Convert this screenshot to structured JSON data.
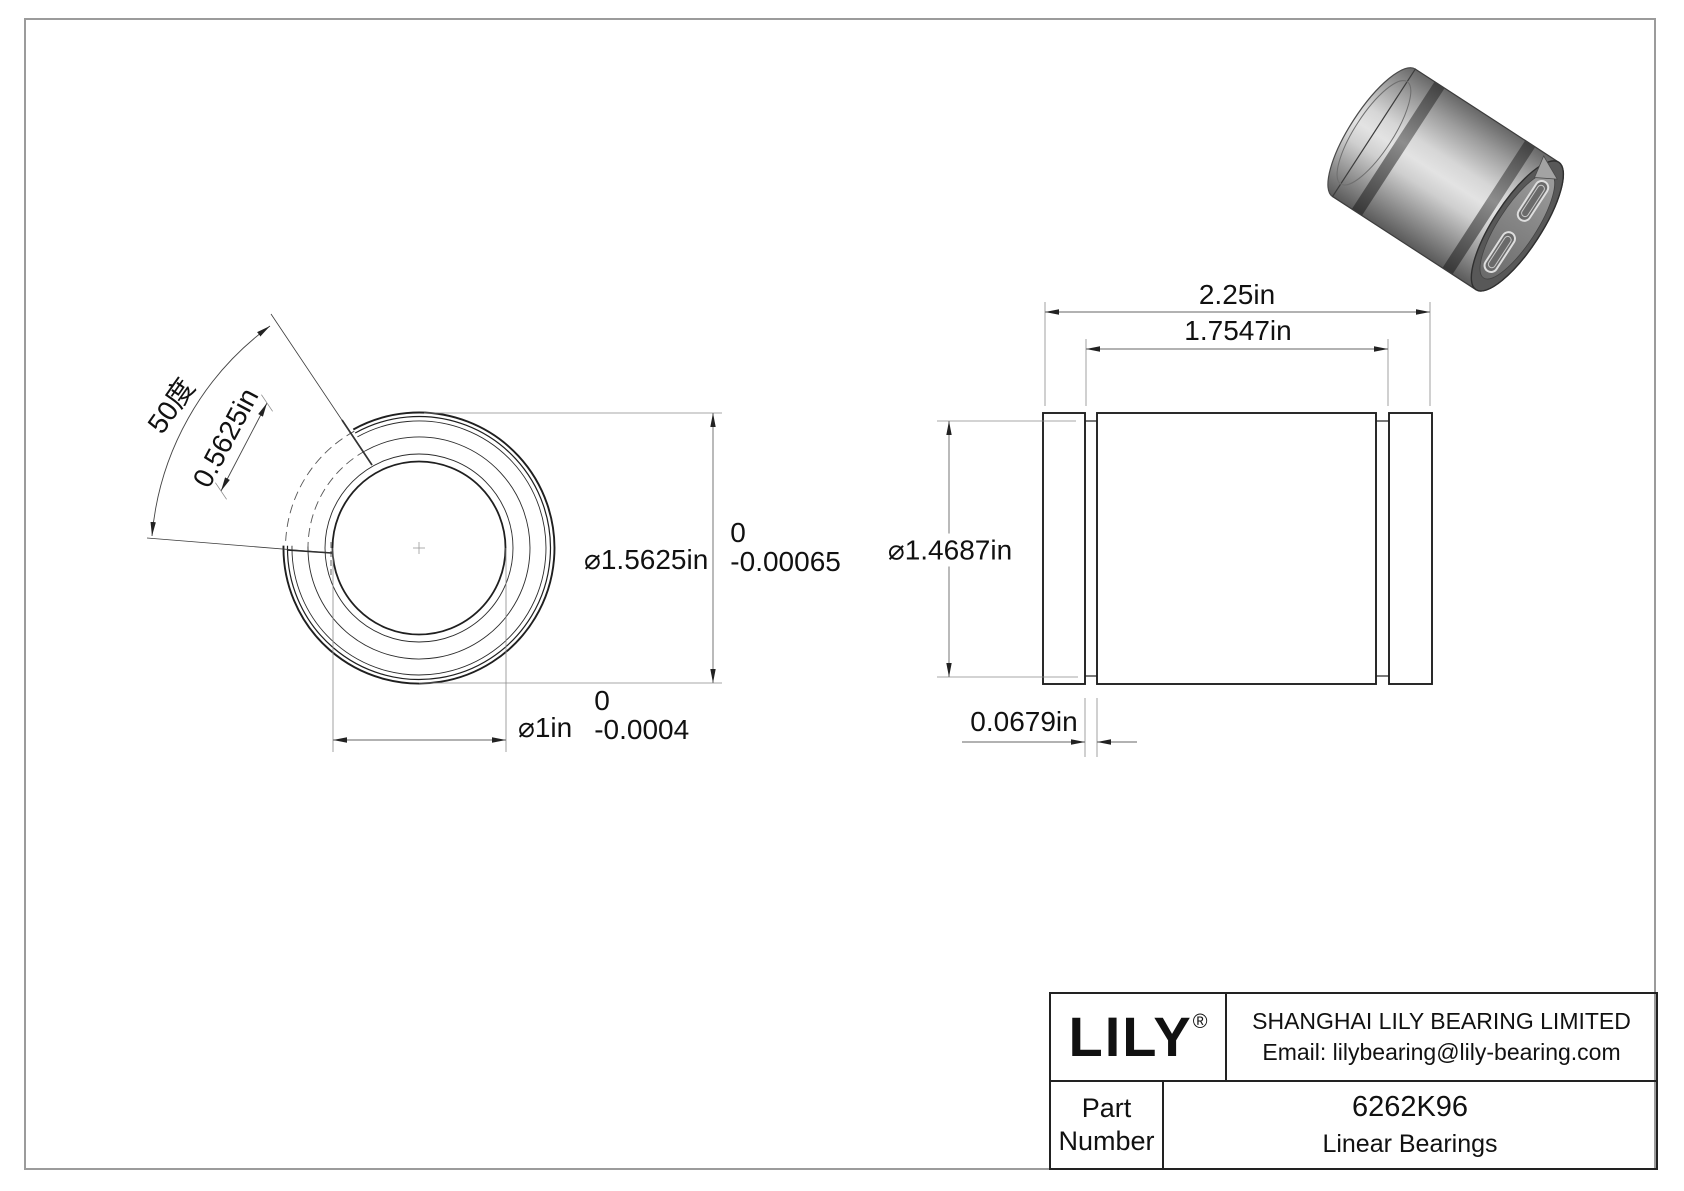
{
  "drawing": {
    "front_view": {
      "angle_label": "50度",
      "slot_width_label": "0.5625in",
      "od_dim": {
        "value": "⌀1.5625in",
        "tol_upper": "0",
        "tol_lower": "-0.00065"
      },
      "bore_dim": {
        "value": "⌀1in",
        "tol_upper": "0",
        "tol_lower": "-0.0004"
      }
    },
    "side_view": {
      "length_label": "2.25in",
      "race_length_label": "1.7547in",
      "groove_dia_label": "⌀1.4687in",
      "groove_width_label": "0.0679in"
    }
  },
  "title_block": {
    "logo": "LILY",
    "registered_mark": "®",
    "company": "SHANGHAI LILY BEARING LIMITED",
    "email": "Email: lilybearing@lily-bearing.com",
    "part_label": "Part Number",
    "part_number": "6262K96",
    "category": "Linear Bearings"
  },
  "colors": {
    "page_background": "#ffffff",
    "line_dark": "#1f1f1f",
    "line_dim": "#8a8a8a",
    "metal_light": "#dedede",
    "metal_dark": "#5a5a5a"
  }
}
